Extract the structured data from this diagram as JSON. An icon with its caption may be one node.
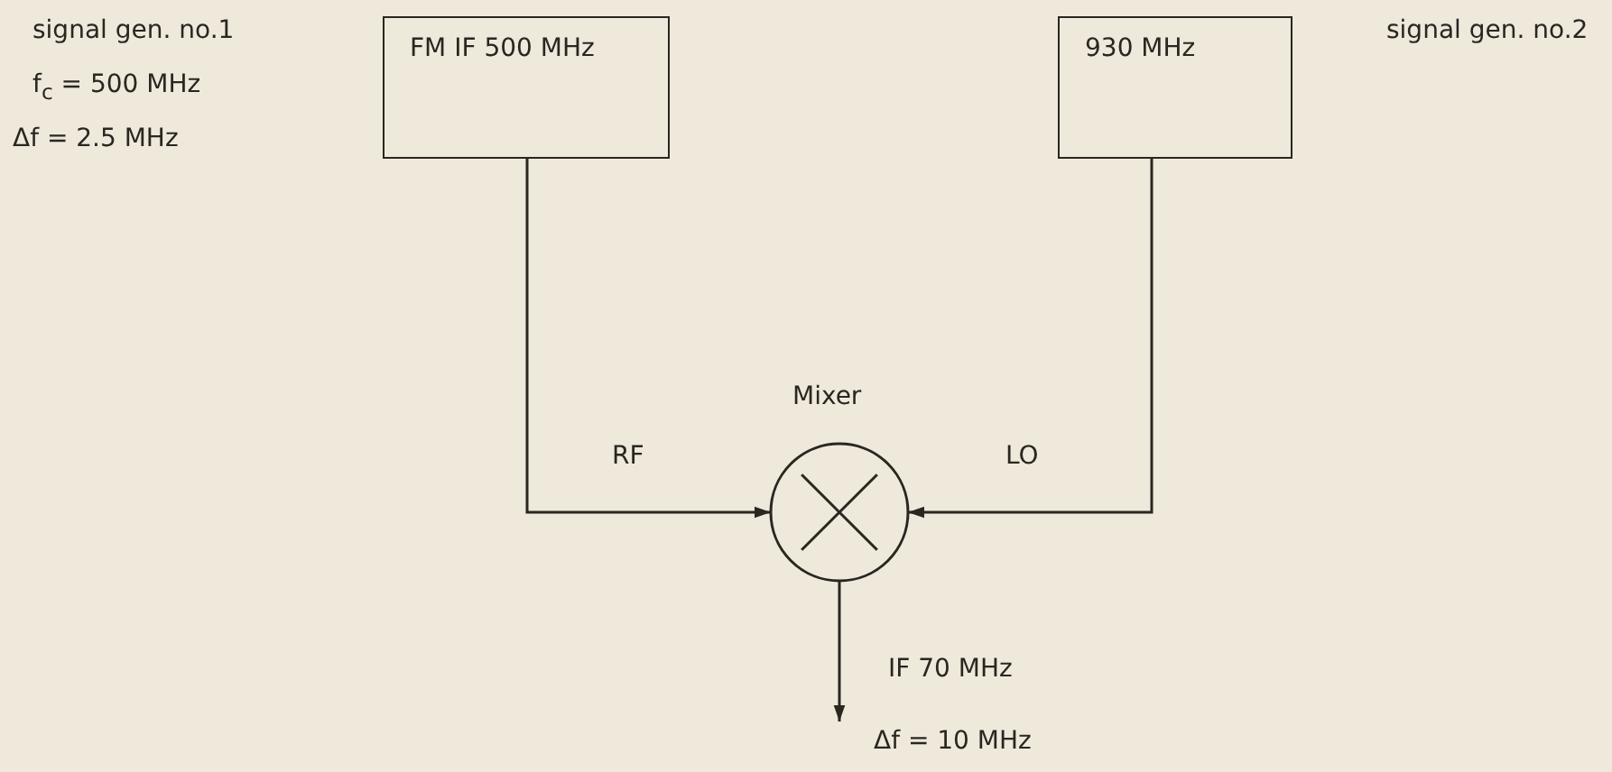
{
  "diagram": {
    "nodes": [
      {
        "text": [
          "FM IF 500 MHz"
        ],
        "beside": [
          "signal gen. no.1",
          "f$_{c}$ = 500 MHz",
          "Δf = 2.5 MHz"
        ]
      },
      {
        "text": [
          "930 MHz"
        ]
      },
      {
        "text": [
          "Mixer"
        ]
      }
    ],
    "edges": [
      {
        "from": 0,
        "to": 2,
        "arrow": "to",
        "label": "RF"
      },
      {
        "from": 1,
        "to": 2,
        "arrow": "to",
        "label": "LO"
      },
      {
        "from": 2,
        "to": null,
        "arrow": "to",
        "label": "IF 70 MHz"
      }
    ],
    "labels": [
      "signal gen. no.2",
      "Δf = 10 MHz"
    ]
  }
}
